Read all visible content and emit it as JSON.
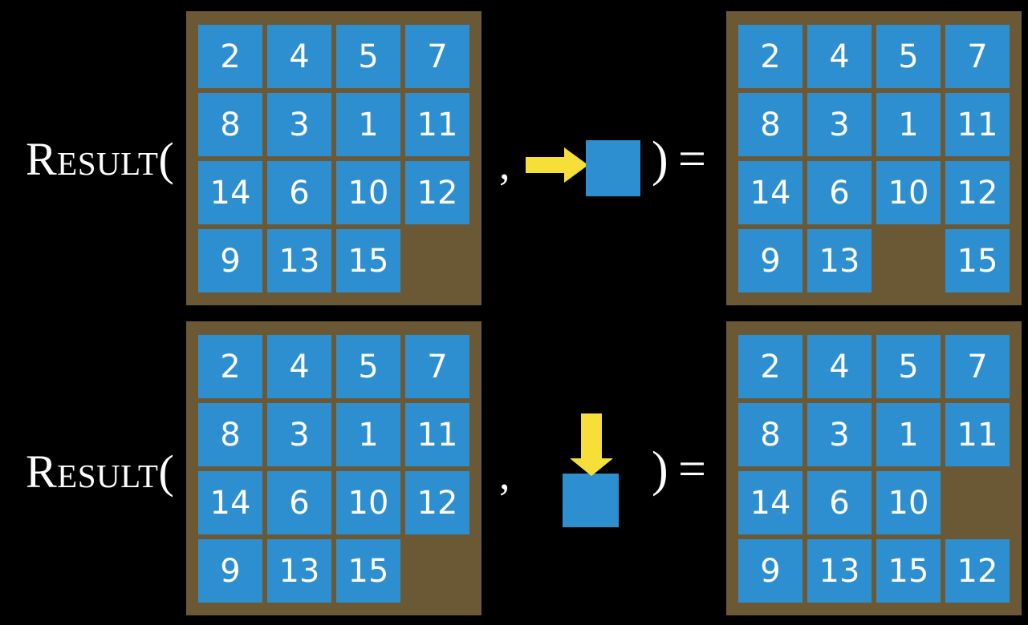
{
  "page": {
    "background_color": "#000000",
    "tile_color": "#2e8fd0",
    "board_color": "#6b5936",
    "arrow_color": "#f5df38",
    "text_color": "#ffffff"
  },
  "rows": [
    {
      "id": "row-right-move",
      "label": "Result(",
      "comma": ",",
      "close_paren": ")",
      "equals": "=",
      "operand": {
        "icon": "arrow-right-icon",
        "direction": "right",
        "description": "blank tile moves right"
      },
      "input_board": {
        "name": "input-board-row1",
        "grid": [
          [
            "2",
            "4",
            "5",
            "7"
          ],
          [
            "8",
            "3",
            "1",
            "11"
          ],
          [
            "14",
            "6",
            "10",
            "12"
          ],
          [
            "9",
            "13",
            "15",
            ""
          ]
        ]
      },
      "output_board": {
        "name": "output-board-row1",
        "grid": [
          [
            "2",
            "4",
            "5",
            "7"
          ],
          [
            "8",
            "3",
            "1",
            "11"
          ],
          [
            "14",
            "6",
            "10",
            "12"
          ],
          [
            "9",
            "13",
            "",
            "15"
          ]
        ]
      }
    },
    {
      "id": "row-down-move",
      "label": "Result(",
      "comma": ",",
      "close_paren": ")",
      "equals": "=",
      "operand": {
        "icon": "arrow-down-icon",
        "direction": "down",
        "description": "blank tile moves down"
      },
      "input_board": {
        "name": "input-board-row2",
        "grid": [
          [
            "2",
            "4",
            "5",
            "7"
          ],
          [
            "8",
            "3",
            "1",
            "11"
          ],
          [
            "14",
            "6",
            "10",
            "12"
          ],
          [
            "9",
            "13",
            "15",
            ""
          ]
        ]
      },
      "output_board": {
        "name": "output-board-row2",
        "grid": [
          [
            "2",
            "4",
            "5",
            "7"
          ],
          [
            "8",
            "3",
            "1",
            "11"
          ],
          [
            "14",
            "6",
            "10",
            ""
          ],
          [
            "9",
            "13",
            "15",
            "12"
          ]
        ]
      }
    }
  ]
}
